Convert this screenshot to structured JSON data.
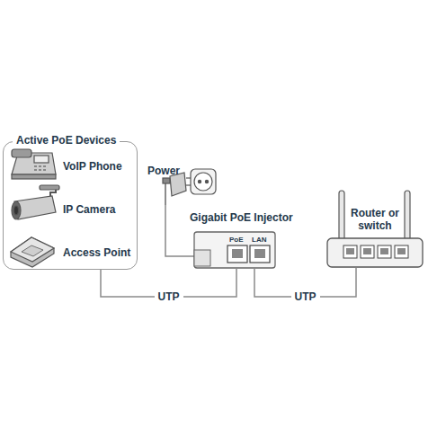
{
  "diagram": {
    "nodes": [
      {
        "text": [
          "Active PoE Devices"
        ]
      },
      {
        "text": [
          "VoIP Phone"
        ],
        "in": 0
      },
      {
        "text": [
          "IP Camera"
        ],
        "in": 0
      },
      {
        "text": [
          "Access Point"
        ],
        "in": 0
      },
      {
        "text": [
          "Gigabit PoE Injector"
        ]
      },
      {
        "text": [
          "Router or switch"
        ]
      }
    ],
    "edges": [
      {
        "from": 0,
        "to": 4,
        "label": "UTP",
        "arrow": "none"
      },
      {
        "from": 4,
        "to": 5,
        "label": "UTP",
        "arrow": "none"
      }
    ],
    "labels": [
      "Power",
      "PoE",
      "LAN"
    ]
  }
}
